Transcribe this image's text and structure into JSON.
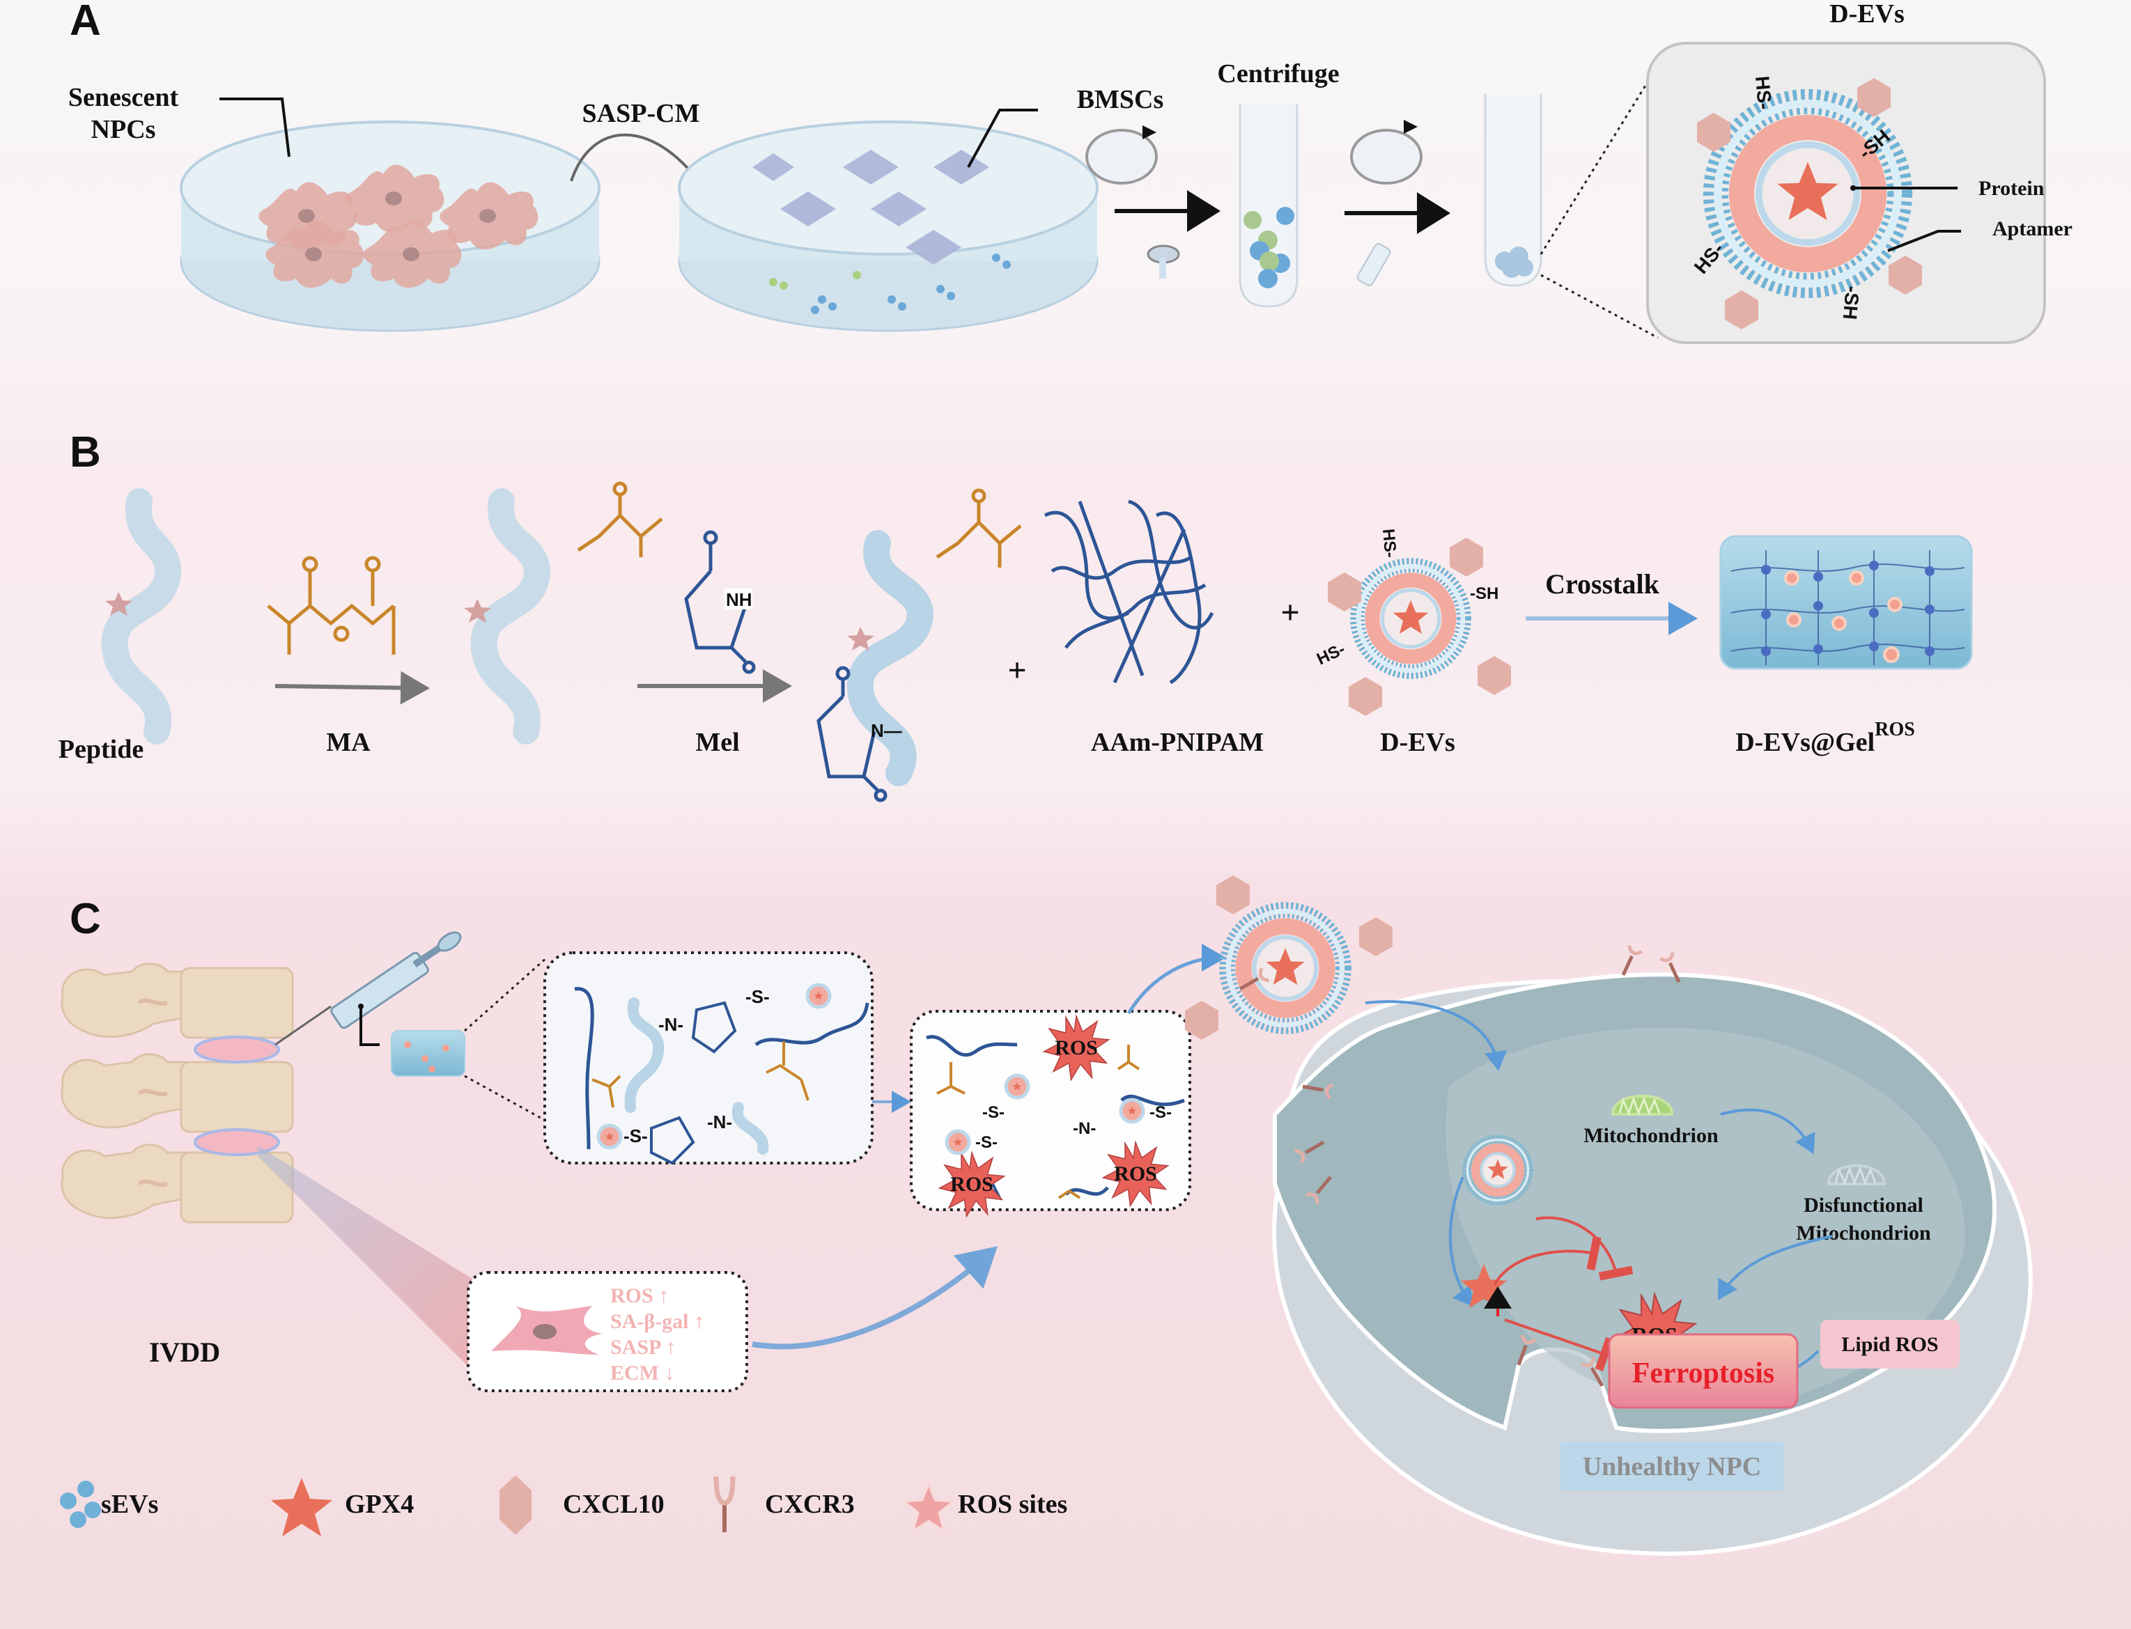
{
  "colors": {
    "accent_blue": "#5aa6cf",
    "gpx4_red": "#e8705a",
    "cxcl10_pink": "#e3b0a8",
    "cxcr3_brown": "#a86a60",
    "chem_orange": "#c8862a",
    "chem_blue": "#2d5596",
    "ferroptosis_red": "#e8202a",
    "cell_teal": "#9fb7bd"
  },
  "panel_a": {
    "letter": "A",
    "senescent_npcs_line1": "Senescent",
    "senescent_npcs_line2": "NPCs",
    "sasp_cm": "SASP-CM",
    "bmscs": "BMSCs",
    "centrifuge": "Centrifuge",
    "d_evs_title": "D-EVs",
    "protein": "Protein",
    "aptamer": "Aptamer",
    "thiol_hs": "HS-",
    "thiol_sh": "-SH"
  },
  "panel_b": {
    "letter": "B",
    "peptide": "Peptide",
    "ma": "MA",
    "mel": "Mel",
    "nh": "NH",
    "n_dash": "N—",
    "aam_pnipam": "AAm-PNIPAM",
    "d_evs": "D-EVs",
    "crosstalk": "Crosstalk",
    "product_main": "D-EVs@Gel",
    "product_sup": "ROS",
    "plus": "+",
    "thiol_hs": "HS-",
    "thiol_sh": "-SH"
  },
  "panel_c": {
    "letter": "C",
    "ivdd": "IVDD",
    "markers": [
      "ROS ↑",
      "SA-β-gal ↑",
      "SASP ↑",
      "ECM ↓"
    ],
    "ros": "ROS",
    "s_link": "-S-",
    "n_link": "-N-",
    "mitochondrion": "Mitochondrion",
    "disfunctional_line1": "Disfunctional",
    "disfunctional_line2": "Mitochondrion",
    "lipid_ros": "Lipid ROS",
    "ferroptosis": "Ferroptosis",
    "unhealthy_npc": "Unhealthy NPC"
  },
  "legend": [
    {
      "icon": "sevs-dots-icon",
      "label": "sEVs"
    },
    {
      "icon": "gpx4-star-icon",
      "label": "GPX4"
    },
    {
      "icon": "cxcl10-hexagon-icon",
      "label": "CXCL10"
    },
    {
      "icon": "cxcr3-receptor-icon",
      "label": "CXCR3"
    },
    {
      "icon": "ros-site-star-icon",
      "label": "ROS sites"
    }
  ]
}
